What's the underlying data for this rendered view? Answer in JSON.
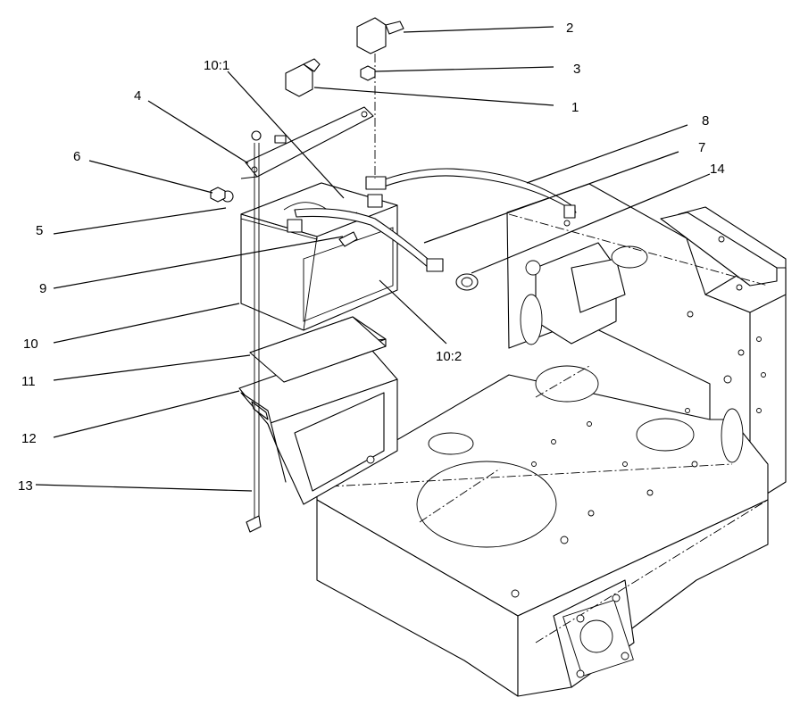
{
  "callouts": {
    "c1": "1",
    "c2": "2",
    "c3": "3",
    "c4": "4",
    "c5": "5",
    "c6": "6",
    "c7": "7",
    "c8": "8",
    "c9": "9",
    "c10": "10",
    "c10_1": "10:1",
    "c10_2": "10:2",
    "c11": "11",
    "c12": "12",
    "c13": "13",
    "c14": "14"
  }
}
